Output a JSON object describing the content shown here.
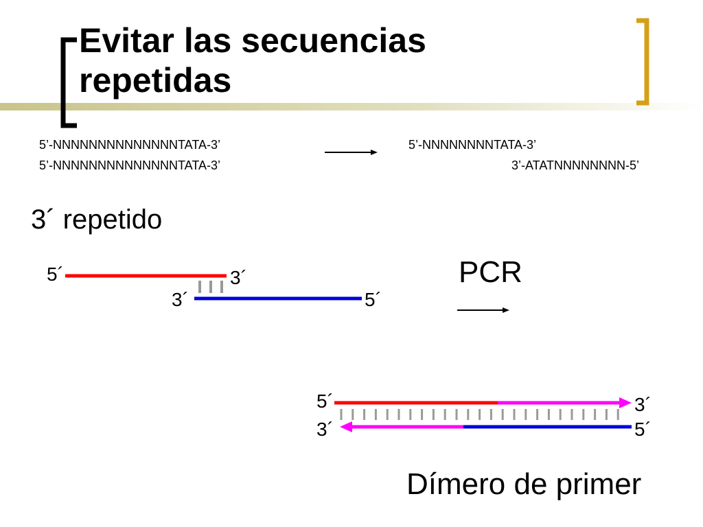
{
  "slide": {
    "title_line1": "Evitar las secuencias",
    "title_line2": "repetidas",
    "colors": {
      "title_bar": "#c8c48a",
      "left_bracket": "#000000",
      "right_bracket": "#d4a017",
      "strand_red": "#ff0000",
      "strand_blue": "#0000dd",
      "strand_magenta": "#ff00ff",
      "pairing": "#999999"
    }
  },
  "sequences": {
    "left_top": "5’-NNNNNNNNNNNNNNTATA-3’",
    "left_bottom": "5’-NNNNNNNNNNNNNNTATA-3’",
    "right_top": "5’-NNNNNNNNTATA-3’",
    "right_bottom": "3’-ATATNNNNNNNN-5’"
  },
  "section": {
    "heading": "3´ repetido"
  },
  "diagram1": {
    "red_5": "5´",
    "red_3": "3´",
    "blue_3": "3´",
    "blue_5": "5´"
  },
  "pcr": {
    "label": "PCR"
  },
  "diagram2": {
    "top_5": "5´",
    "top_3": "3´",
    "bottom_3": "3´",
    "bottom_5": "5´",
    "caption": "Dímero de primer"
  }
}
